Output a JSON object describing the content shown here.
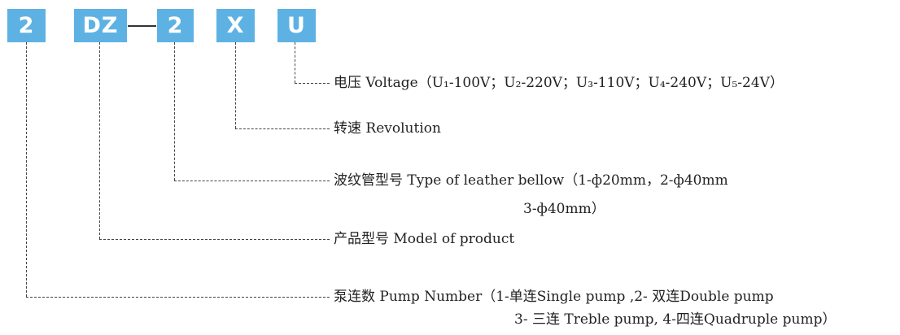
{
  "code": {
    "segments": [
      "2",
      "DZ",
      "2",
      "X",
      "U"
    ]
  },
  "descriptions": {
    "voltage": "电压 Voltage（U₁-100V；U₂-220V；U₃-110V；U₄-240V；U₅-24V）",
    "revolution": "转速 Revolution",
    "bellow_line1": "波纹管型号 Type of leather bellow（1-ф20mm，2-ф40mm",
    "bellow_line2": "3-ф40mm）",
    "model": "产品型号 Model of product",
    "pump_line1": "泵连数 Pump Number（1-单连Single pump ,2- 双连Double pump",
    "pump_line2": "3- 三连 Treble pump, 4-四连Quadruple pump）"
  },
  "colors": {
    "box_fill": "#5db2e3",
    "box_text": "#ffffff",
    "line": "#444444"
  }
}
